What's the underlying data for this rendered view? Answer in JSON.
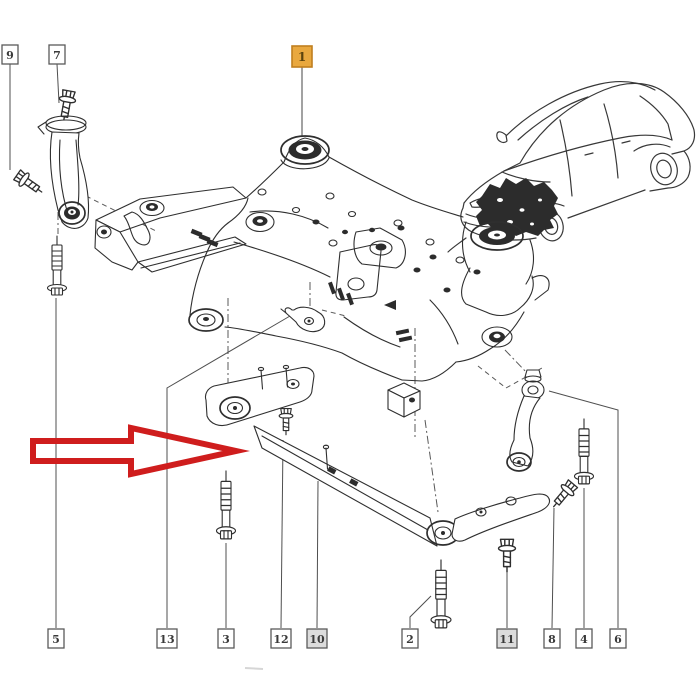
{
  "diagram": {
    "type": "exploded-parts-drawing",
    "subject": "front axle subframe crossmember with mounting bolts and car location sketch"
  },
  "colors": {
    "background": "#ffffff",
    "line": "#2f2f2f",
    "leader": "#4f4f4f",
    "label_border": "#5a5a5a",
    "label_fill": "#ffffff",
    "label_fill_shaded": "#dcdcdc",
    "label_text": "#3a3a3a",
    "highlight_fill": "#e9a83f",
    "highlight_border": "#c07f1f",
    "highlight_text": "#5c430e",
    "arrow_red": "#cf1d1d",
    "engine_shade": "#1c1c1c"
  },
  "callouts": {
    "top": [
      {
        "id": "9",
        "highlighted": false
      },
      {
        "id": "7",
        "highlighted": false
      },
      {
        "id": "1",
        "highlighted": true
      }
    ],
    "bottom": [
      {
        "id": "5",
        "shaded": false
      },
      {
        "id": "13",
        "shaded": false
      },
      {
        "id": "3",
        "shaded": false
      },
      {
        "id": "12",
        "shaded": false
      },
      {
        "id": "10",
        "shaded": true
      },
      {
        "id": "2",
        "shaded": false
      },
      {
        "id": "11",
        "shaded": true
      },
      {
        "id": "8",
        "shaded": false
      },
      {
        "id": "4",
        "shaded": false
      },
      {
        "id": "6",
        "shaded": false
      }
    ]
  }
}
